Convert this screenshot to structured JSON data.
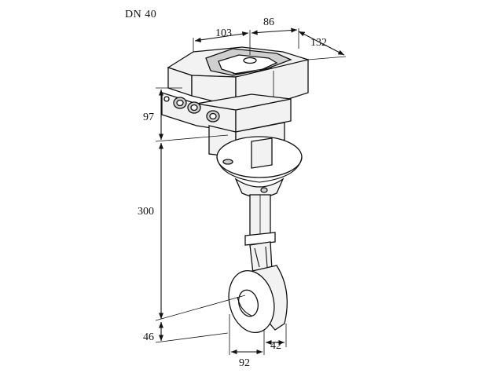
{
  "title": "DN 40",
  "dimensions": {
    "top_width": "103",
    "top_depth": "86",
    "overall_depth": "132",
    "head_height": "97",
    "stem_height": "300",
    "ring_height": "46",
    "ring_diameter": "92",
    "ring_thickness": "42"
  }
}
